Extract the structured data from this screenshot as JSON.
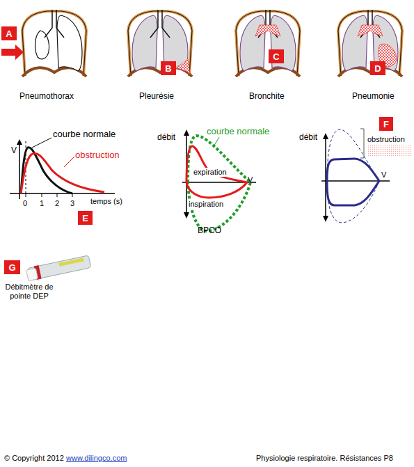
{
  "diagram": {
    "nodes": [
      {
        "text": [
          "A"
        ]
      },
      {
        "text": [
          "B"
        ]
      },
      {
        "text": [
          "C"
        ]
      },
      {
        "text": [
          "D"
        ]
      },
      {
        "text": [
          "F"
        ]
      },
      {
        "text": [
          "E"
        ]
      },
      {
        "text": [
          "G"
        ]
      }
    ],
    "labels": [
      "Pneumothorax",
      "Pleurésie",
      "Bronchite",
      "Pneumonie",
      "V",
      "courbe normale",
      "obstruction",
      "0",
      "1",
      "2",
      "3",
      "temps (s)",
      "débit",
      "courbe normale",
      "expiration",
      "V",
      "inspiration",
      "BPCO",
      "débit",
      "obstruction",
      "V",
      "Débitmètre de pointe DEP",
      "© Copyright 2012",
      "www.dilingco.com",
      "Physiologie respiratoire. Résistances P8"
    ]
  }
}
